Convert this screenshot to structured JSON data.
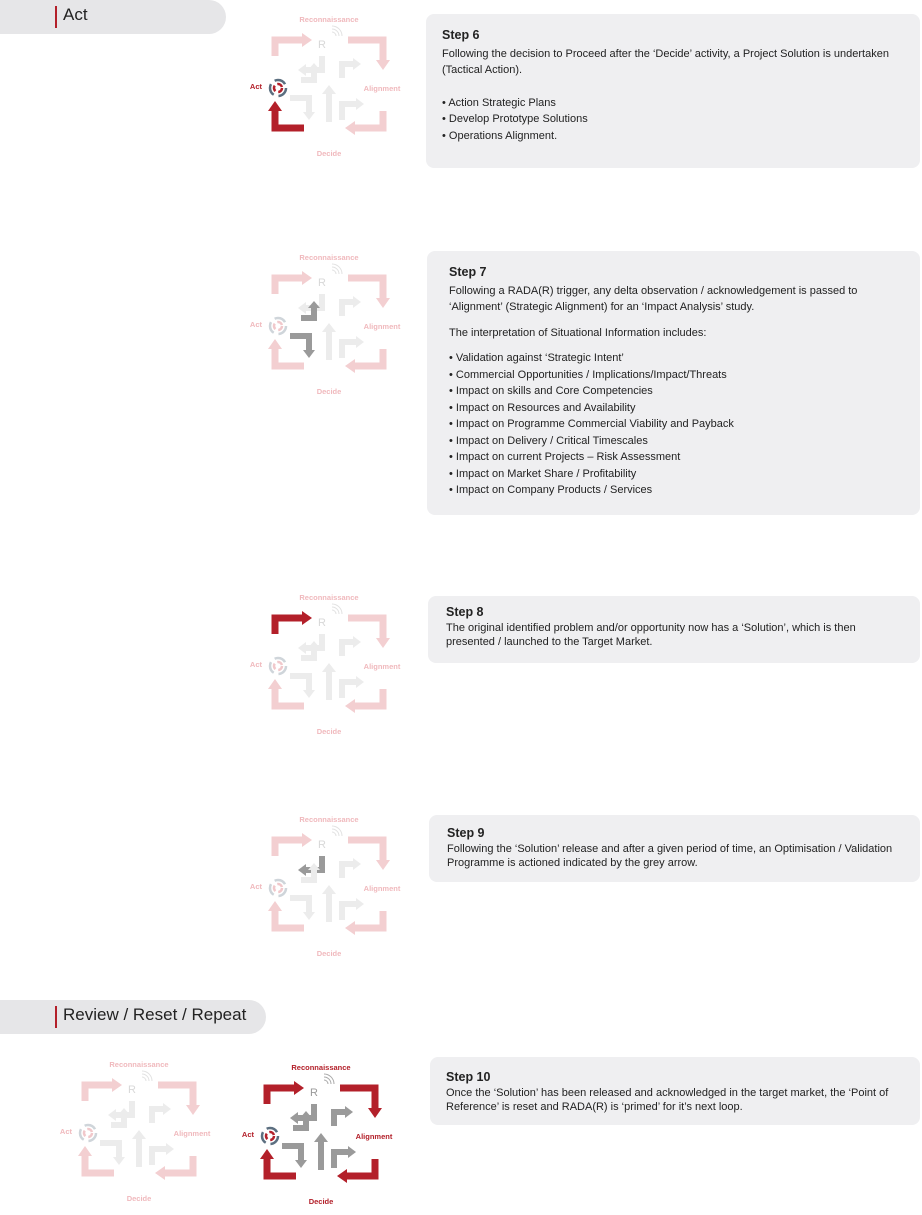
{
  "sections": {
    "act": "Act",
    "review": "Review / Reset / Repeat"
  },
  "diagram_labels": {
    "top": "Reconnaissance",
    "right": "Alignment",
    "bottom": "Decide",
    "left": "Act",
    "center": "R"
  },
  "colors": {
    "accent": "#b3202a",
    "pale_red": "#f3cfd1",
    "pale_grey": "#ececec",
    "grey": "#9a9a9a",
    "card_bg": "#efeff1"
  },
  "steps": [
    {
      "title": "Step 6",
      "text": "Following the decision to Proceed after the ‘Decide’ activity, a Project Solution is undertaken (Tactical Action).",
      "bullets_intro": "",
      "bullets": [
        "Action Strategic Plans",
        "Develop Prototype Solutions",
        "Operations Alignment."
      ]
    },
    {
      "title": "Step 7",
      "text": "Following a RADA(R) trigger, any delta observation / acknowledgement is passed to ‘Alignment’ (Strategic Alignment) for an ‘Impact Analysis’ study.",
      "bullets_intro": "The interpretation of Situational Information includes:",
      "bullets": [
        "Validation against ‘Strategic Intent’",
        "Commercial Opportunities / Implications/Impact/Threats",
        "Impact on skills and Core Competencies",
        "Impact on Resources and Availability",
        "Impact on Programme Commercial Viability and Payback",
        "Impact on Delivery / Critical Timescales",
        "Impact on current Projects – Risk Assessment",
        "Impact on Market Share / Profitability",
        "Impact on Company Products / Services"
      ]
    },
    {
      "title": "Step 8",
      "text": "The original identified problem and/or opportunity now has a ‘Solution’, which is then presented / launched to the Target Market."
    },
    {
      "title": "Step 9",
      "text": "Following the ‘Solution’ release and after a given period of time, an Optimisation / Validation Programme is actioned indicated by the grey arrow."
    },
    {
      "title": "Step 10",
      "text": "Once the ‘Solution’ has been released and acknowledged in the target market, the ‘Point of Reference’ is reset and RADA(R) is ‘primed’ for it’s next loop."
    }
  ]
}
